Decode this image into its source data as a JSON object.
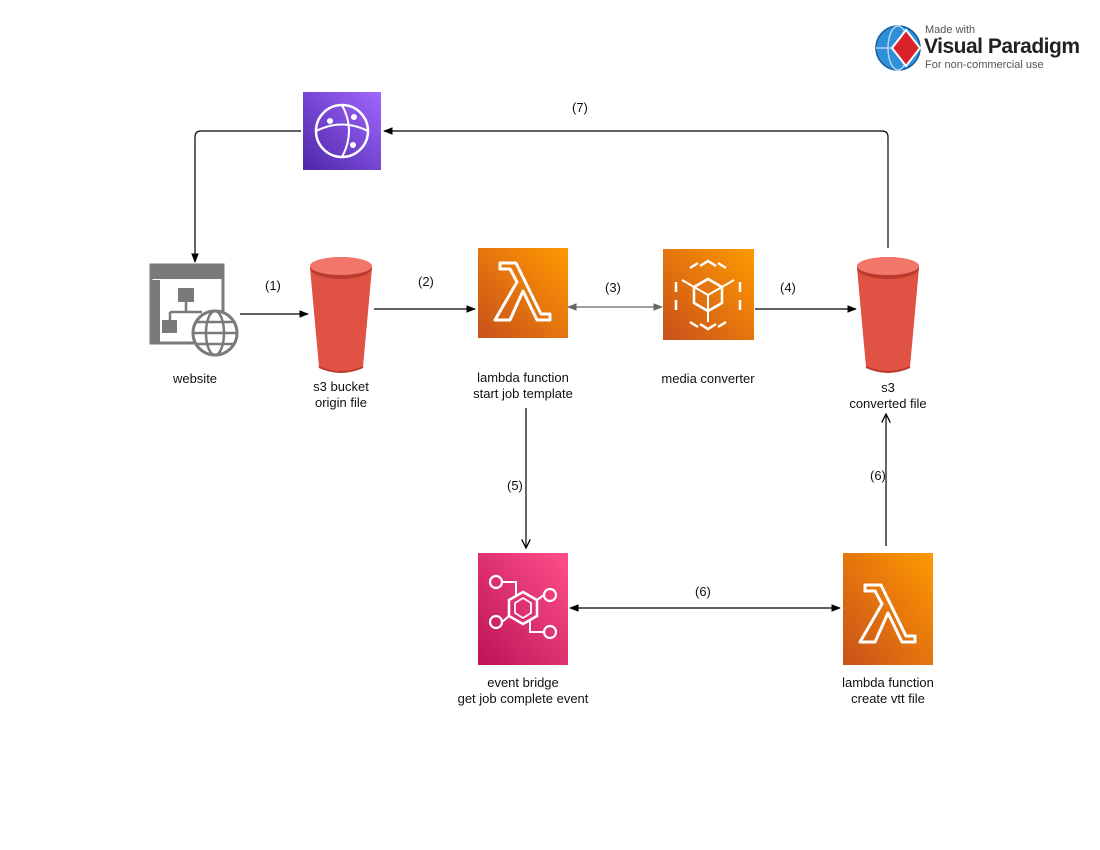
{
  "watermark": {
    "line1": "Made with",
    "brand": "Visual Paradigm",
    "line3": "For non-commercial use"
  },
  "nodes": {
    "website": {
      "icon": "website-icon",
      "label": "website"
    },
    "cloudfront": {
      "icon": "cloudfront-icon",
      "color": "#7b3fd8"
    },
    "s3_origin": {
      "icon": "s3-bucket-icon",
      "label_line1": "s3 bucket",
      "label_line2": "origin file",
      "color": "#e05243"
    },
    "lambda_start": {
      "icon": "lambda-icon",
      "label_line1": "lambda function",
      "label_line2": "start job template",
      "color": "#f28c1e"
    },
    "media_converter": {
      "icon": "media-convert-icon",
      "label": "media converter",
      "color": "#f28c1e"
    },
    "s3_converted": {
      "icon": "s3-bucket-icon",
      "label_line1": "s3",
      "label_line2": "converted file",
      "color": "#e05243"
    },
    "event_bridge": {
      "icon": "event-bridge-icon",
      "label_line1": "event bridge",
      "label_line2": "get job complete event",
      "color": "#e7157b"
    },
    "lambda_vtt": {
      "icon": "lambda-icon",
      "label_line1": "lambda function",
      "label_line2": "create vtt file",
      "color": "#f28c1e"
    }
  },
  "steps": {
    "s1": "(1)",
    "s2": "(2)",
    "s3": "(3)",
    "s4": "(4)",
    "s5": "(5)",
    "s6a": "(6)",
    "s6b": "(6)",
    "s7": "(7)"
  }
}
